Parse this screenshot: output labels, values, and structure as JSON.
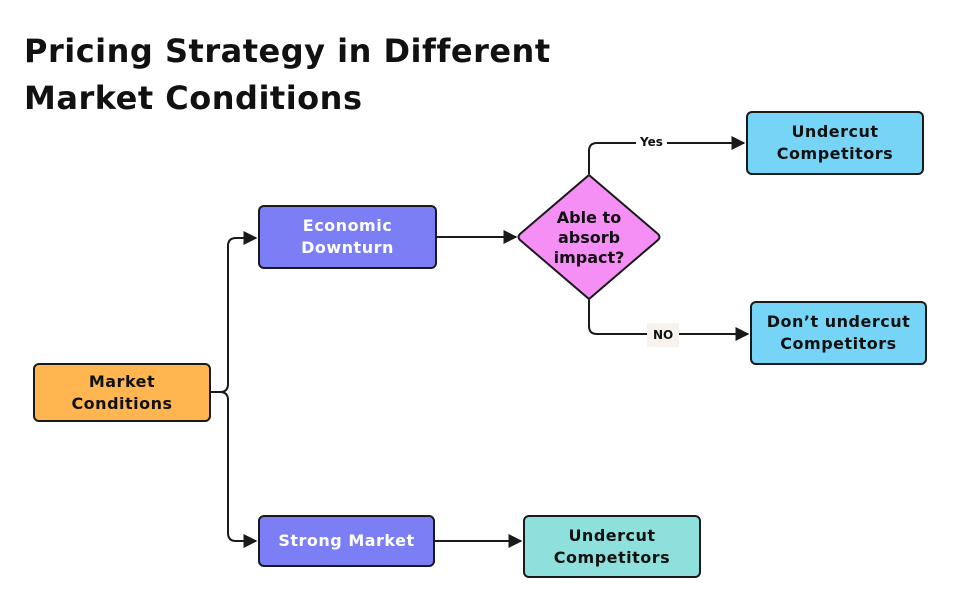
{
  "title": {
    "line1": "Pricing Strategy in Different",
    "line2": "Market Conditions"
  },
  "nodes": {
    "market_conditions": "Market\nConditions",
    "economic_downturn": "Economic\nDownturn",
    "strong_market": "Strong Market",
    "decision": "Able to\nabsorb\nimpact?",
    "yes_outcome": "Undercut\nCompetitors",
    "no_outcome": "Don’t undercut\nCompetitors",
    "strong_outcome": "Undercut\nCompetitors"
  },
  "edge_labels": {
    "yes": "Yes",
    "no": "NO"
  },
  "colors": {
    "root": "#ffb650",
    "condition": "#7b7ef5",
    "decision": "#f58ef5",
    "outcome_blue": "#76d4f7",
    "outcome_teal": "#8ee0dc"
  }
}
